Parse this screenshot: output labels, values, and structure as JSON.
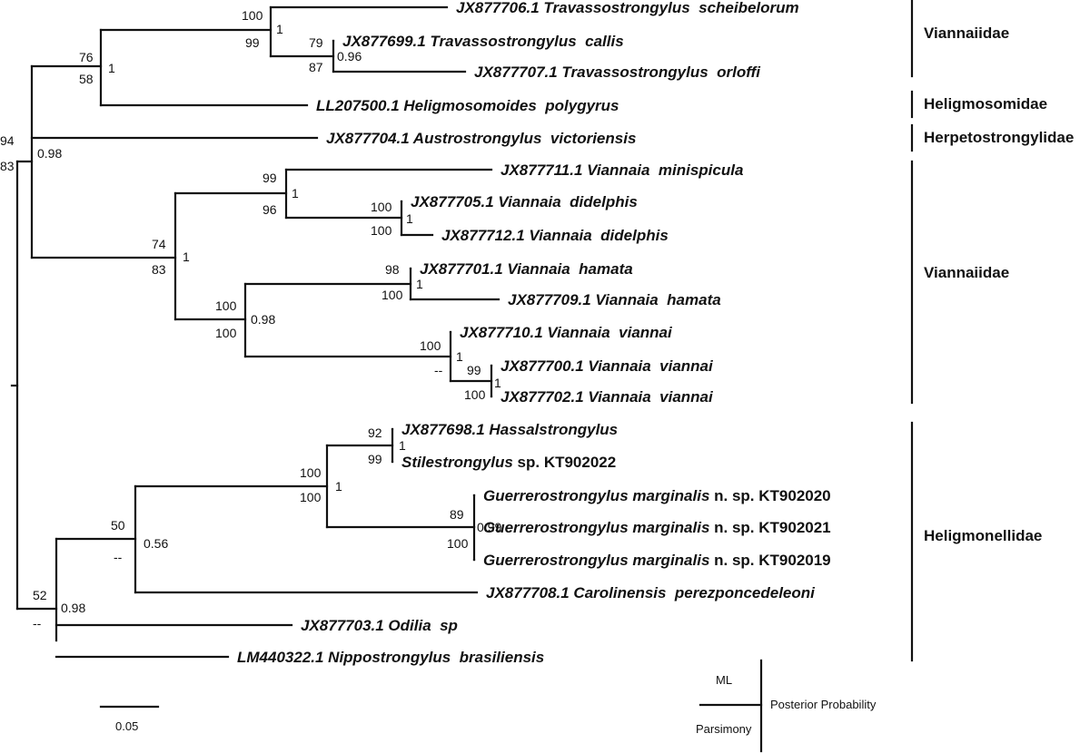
{
  "taxa": [
    {
      "id": "t1",
      "acc": "JX877706.1",
      "name": "Travassostrongylus  scheibelorum"
    },
    {
      "id": "t2",
      "acc": "JX877699.1",
      "name": "Travassostrongylus  callis"
    },
    {
      "id": "t3",
      "acc": "JX877707.1",
      "name": "Travassostrongylus  orloffi"
    },
    {
      "id": "t4",
      "acc": "LL207500.1",
      "name": "Heligmosomoides  polygyrus"
    },
    {
      "id": "t5",
      "acc": "JX877704.1",
      "name": "Austrostrongylus  victoriensis"
    },
    {
      "id": "t6",
      "acc": "JX877711.1",
      "name": "Viannaia  minispicula"
    },
    {
      "id": "t7",
      "acc": "JX877705.1",
      "name": "Viannaia  didelphis"
    },
    {
      "id": "t8",
      "acc": "JX877712.1",
      "name": "Viannaia  didelphis"
    },
    {
      "id": "t9",
      "acc": "JX877701.1",
      "name": "Viannaia  hamata"
    },
    {
      "id": "t10",
      "acc": "JX877709.1",
      "name": "Viannaia  hamata"
    },
    {
      "id": "t11",
      "acc": "JX877710.1",
      "name": "Viannaia  viannai"
    },
    {
      "id": "t12",
      "acc": "JX877700.1",
      "name": "Viannaia  viannai"
    },
    {
      "id": "t13",
      "acc": "JX877702.1",
      "name": "Viannaia  viannai"
    },
    {
      "id": "t14",
      "acc": "JX877698.1",
      "name": "Hassalstrongylus"
    },
    {
      "id": "t15",
      "genus": "Stilestrongylus",
      "suffix": " sp. KT902022"
    },
    {
      "id": "t16",
      "genus": "Guerrerostrongylus marginalis",
      "suffix": " n. sp. KT902020"
    },
    {
      "id": "t17",
      "genus": "Guerrerostrongylus marginalis",
      "suffix": " n. sp. KT902021"
    },
    {
      "id": "t18",
      "genus": "Guerrerostrongylus marginalis",
      "suffix": " n. sp. KT902019"
    },
    {
      "id": "t19",
      "acc": "JX877708.1",
      "name": "Carolinensis  perezponcedeleoni"
    },
    {
      "id": "t20",
      "acc": "JX877703.1",
      "name": "Odilia  sp"
    },
    {
      "id": "t21",
      "acc": "LM440322.1",
      "name": "Nippostrongylus  brasiliensis"
    }
  ],
  "support": {
    "n_travassos": {
      "ml": "100",
      "pars": "99",
      "pp": "1"
    },
    "n_callis": {
      "ml": "79",
      "pars": "87",
      "pp": "0.96"
    },
    "n_trav_helig": {
      "ml": "76",
      "pars": "58",
      "pp": "1"
    },
    "n_upper": {
      "ml": "94",
      "pars": "83",
      "pp": "0.98"
    },
    "n_minispicula": {
      "ml": "99",
      "pars": "96",
      "pp": "1"
    },
    "n_didelphis": {
      "ml": "100",
      "pars": "100",
      "pp": "1"
    },
    "n_viannaia": {
      "ml": "74",
      "pars": "83",
      "pp": "1"
    },
    "n_hamata": {
      "ml": "98",
      "pars": "100",
      "pp": "1"
    },
    "n_ham_vian": {
      "ml": "100",
      "pars": "100",
      "pp": "0.98"
    },
    "n_viannai": {
      "ml": "100",
      "pars": "--",
      "pp": "1"
    },
    "n_viannai2": {
      "ml": "99",
      "pars": "100",
      "pp": "1"
    },
    "n_hassal": {
      "ml": "92",
      "pars": "99",
      "pp": "1"
    },
    "n_hassal_guer": {
      "ml": "100",
      "pars": "100",
      "pp": "1"
    },
    "n_guerrero": {
      "ml": "89",
      "pars": "100",
      "pp": "0.99"
    },
    "n_carol": {
      "ml": "50",
      "pars": "--",
      "pp": "0.56"
    },
    "n_lower": {
      "ml": "52",
      "pars": "--",
      "pp": "0.98"
    }
  },
  "families": [
    "Viannaiidae",
    "Heligmosomidae",
    "Herpetostrongylidae",
    "Viannaiidae",
    "Heligmonellidae"
  ],
  "scale_label": "0.05",
  "legend": {
    "ml": "ML",
    "parsimony": "Parsimony",
    "pp": "Posterior Probability"
  }
}
